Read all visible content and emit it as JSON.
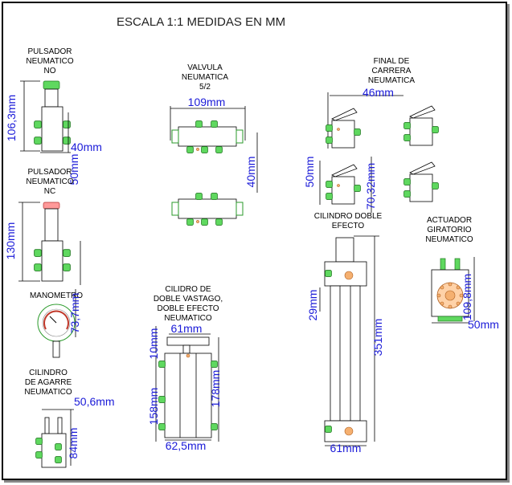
{
  "title": "ESCALA 1:1 MEDIDAS EN MM",
  "components": {
    "pulsador_no": {
      "label": [
        "PULSADOR",
        "NEUMATICO",
        "NO"
      ],
      "dims": [
        "106,3mm",
        "40mm",
        "50mm"
      ]
    },
    "pulsador_nc": {
      "label": [
        "PULSADOR",
        "NEUMATICO",
        "NC"
      ],
      "dims": [
        "130mm"
      ]
    },
    "manometro": {
      "label": [
        "MANOMETRO"
      ],
      "dims": [
        "73,7mm"
      ]
    },
    "cilindro_agarre": {
      "label": [
        "CILINDRO",
        "DE AGARRE",
        "NEUMATICO"
      ],
      "dims": [
        "50,6mm",
        "84mm"
      ]
    },
    "valvula": {
      "label": [
        "VALVULA",
        "NEUMATICA",
        "5/2"
      ],
      "dims": [
        "109mm",
        "40mm"
      ]
    },
    "cilindro_doble_vastago": {
      "label": [
        "CILIDRO DE",
        "DOBLE VASTAGO,",
        "DOBLE EFECTO",
        "NEUMATICO"
      ],
      "dims": [
        "61mm",
        "10mm",
        "158mm",
        "178mm",
        "62,5mm"
      ]
    },
    "final_carrera": {
      "label": [
        "FINAL DE",
        "CARRERA",
        "NEUMATICA"
      ],
      "dims": [
        "46mm",
        "50mm",
        "70,32mm"
      ]
    },
    "cilindro_doble_efecto": {
      "label": [
        "CILINDRO DOBLE",
        "EFECTO"
      ],
      "dims": [
        "29mm",
        "351mm",
        "61mm"
      ]
    },
    "actuador_giratorio": {
      "label": [
        "ACTUADOR",
        "GIRATORIO",
        "NEUMATICO"
      ],
      "dims": [
        "109,8mm",
        "50mm"
      ]
    }
  }
}
